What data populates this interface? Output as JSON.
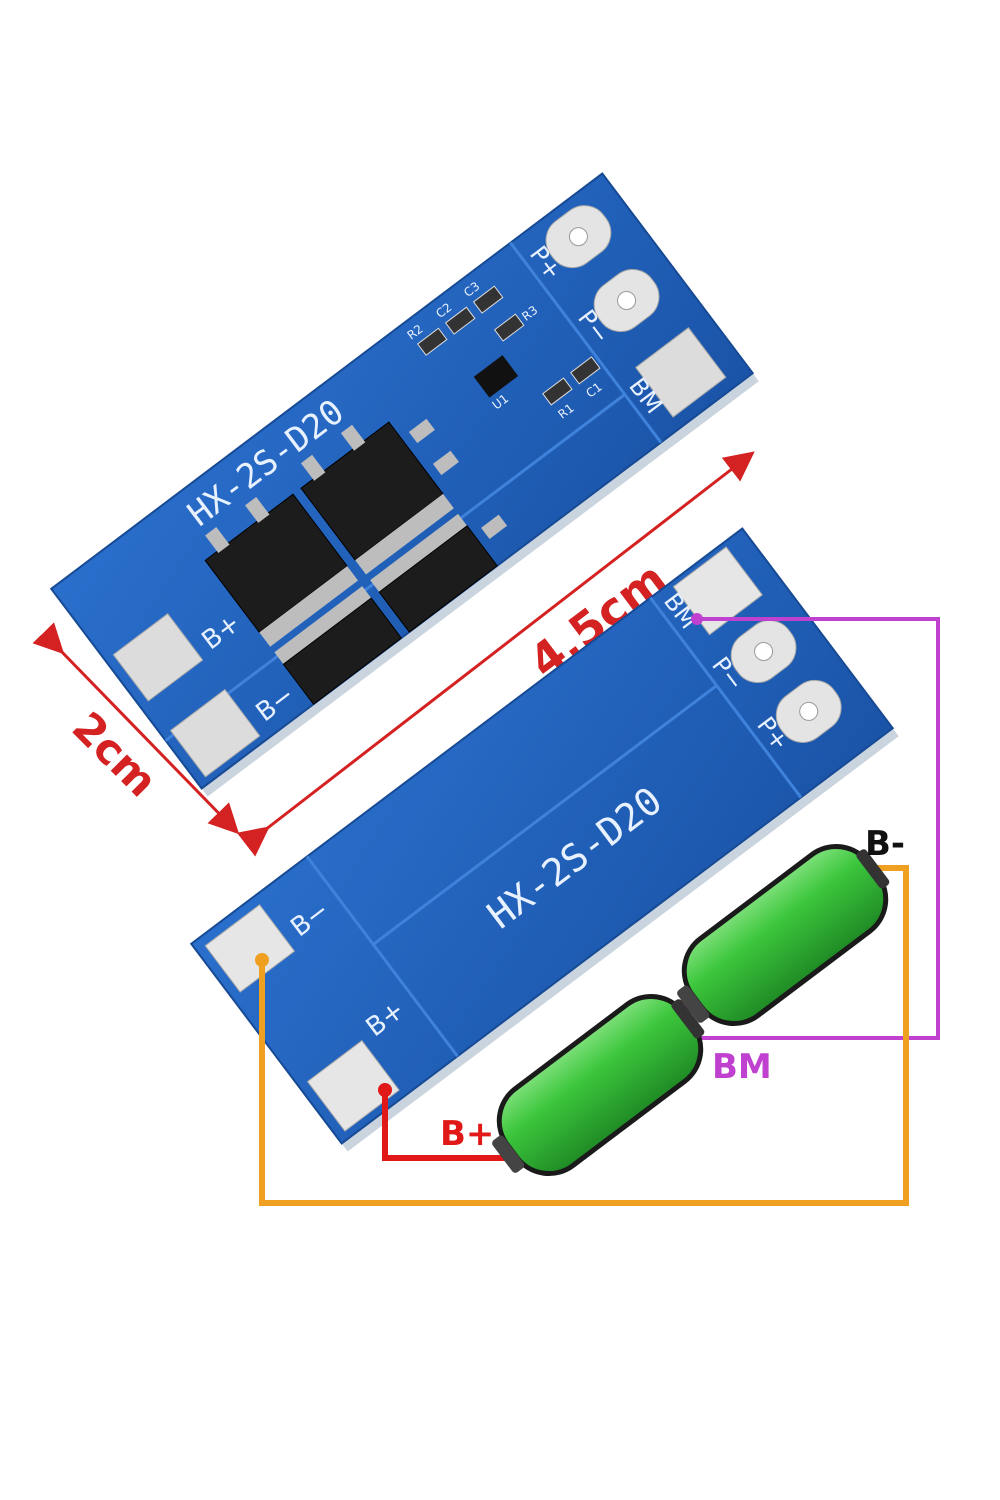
{
  "board_top": {
    "model_label": "HX-2S-D20",
    "pad_b_plus": "B+",
    "pad_b_minus": "B−",
    "pad_p_plus": "P+",
    "pad_p_minus": "P−",
    "pad_bm": "BM",
    "component_labels": [
      "R2",
      "C2",
      "C3",
      "R3",
      "U1",
      "R1",
      "C1"
    ]
  },
  "board_bottom": {
    "model_label": "HX-2S-D20",
    "pad_b_plus": "B+",
    "pad_b_minus": "B−",
    "pad_p_plus": "P+",
    "pad_p_minus": "P−",
    "pad_bm": "BM"
  },
  "dimensions": {
    "length": "4.5cm",
    "width": "2cm"
  },
  "wiring": {
    "b_plus": "B+",
    "b_minus": "B-",
    "bm": "BM"
  },
  "colors": {
    "pcb_blue": "#1f5fb8",
    "pad_silver": "#d9d9d9",
    "dimension_red": "#d42222",
    "wire_b_plus": "#e01818",
    "wire_b_minus": "#f0a020",
    "wire_bm": "#c040d0",
    "battery_green": "#3cc63c"
  }
}
